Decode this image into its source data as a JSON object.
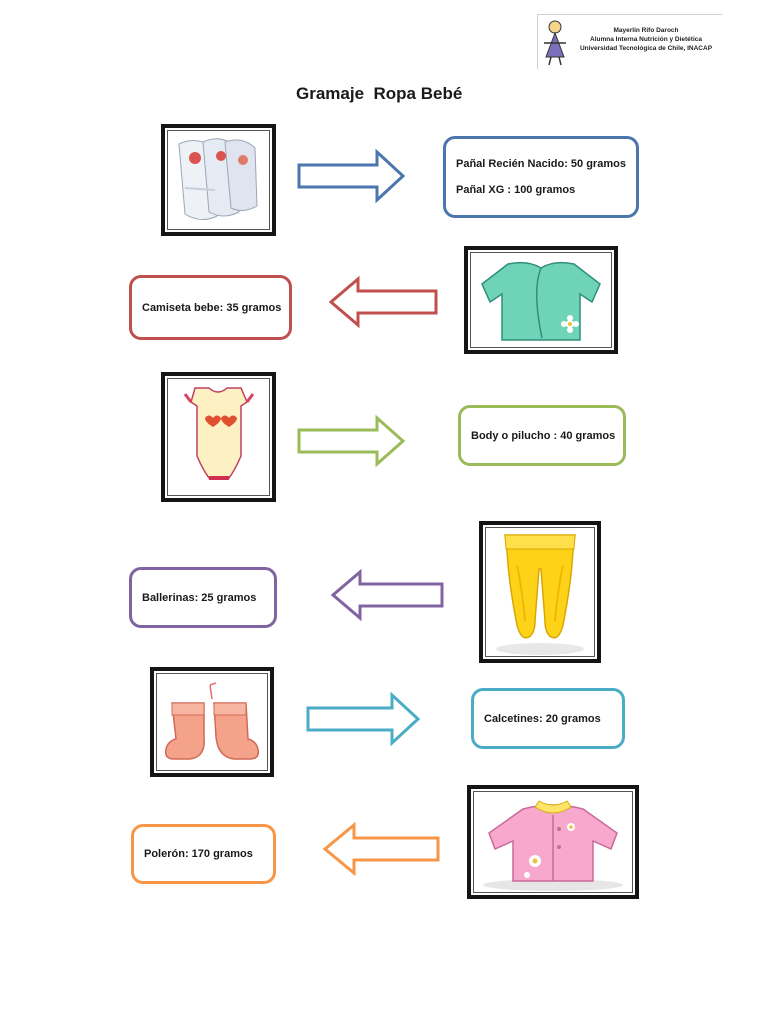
{
  "header": {
    "credit_line1": "Mayerlin Rifo Daroch",
    "credit_line2": "Alumna Interna Nutrición y Dietética",
    "credit_line3": "Universidad Tecnológica de Chile, INACAP"
  },
  "title": "Gramaje  Ropa Bebé",
  "colors": {
    "blue": "#4a76ad",
    "red": "#c0504d",
    "green": "#9bbb59",
    "purple": "#8064a2",
    "teal": "#4bacc6",
    "orange": "#f79646"
  },
  "items": [
    {
      "icon": "diaper-icon",
      "lines": [
        "Pañal Recién Nacido: 50 gramos",
        "Pañal XG : 100 gramos"
      ],
      "color": "blue",
      "direction": "right"
    },
    {
      "icon": "baby-shirt-icon",
      "lines": [
        "Camiseta bebe: 35 gramos"
      ],
      "color": "red",
      "direction": "left"
    },
    {
      "icon": "bodysuit-icon",
      "lines": [
        "Body o pilucho : 40 gramos"
      ],
      "color": "green",
      "direction": "right"
    },
    {
      "icon": "baby-pants-icon",
      "lines": [
        "Ballerinas: 25 gramos"
      ],
      "color": "purple",
      "direction": "left"
    },
    {
      "icon": "socks-icon",
      "lines": [
        "Calcetines: 20 gramos"
      ],
      "color": "teal",
      "direction": "right"
    },
    {
      "icon": "sweater-icon",
      "lines": [
        "Polerón:  170 gramos"
      ],
      "color": "orange",
      "direction": "left"
    }
  ]
}
